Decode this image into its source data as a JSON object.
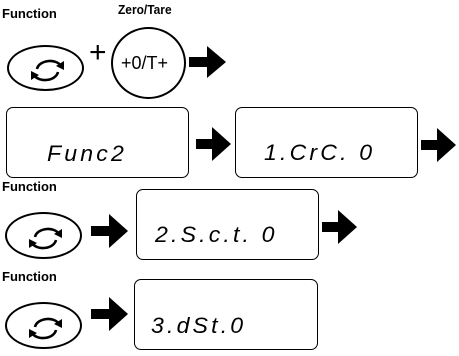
{
  "labels": {
    "function": "Function",
    "zero_tare": "Zero/Tare",
    "plus": "+"
  },
  "buttons": {
    "zero_tare_text": "+0/T+"
  },
  "displays": {
    "func2": "Func2",
    "crc": "1.CrC. 0",
    "sct": "2.S.c.t. 0",
    "dst": "3.dSt.0"
  },
  "icons": [
    "function-cycle-icon",
    "right-arrow-icon"
  ]
}
